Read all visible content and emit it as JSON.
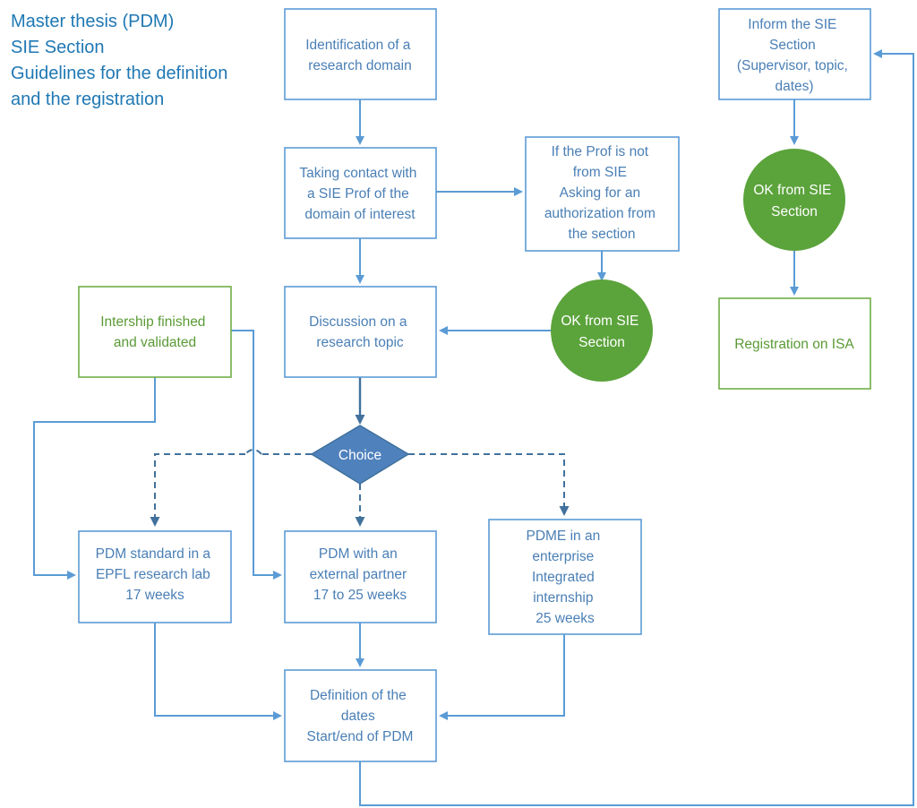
{
  "title": {
    "lines": [
      "Master thesis (PDM)",
      "SIE Section",
      "Guidelines for the definition",
      "and the registration"
    ]
  },
  "nodes": {
    "identification": {
      "lines": [
        "Identification of a",
        "research domain"
      ]
    },
    "contact": {
      "lines": [
        "Taking contact with",
        "a SIE Prof of the",
        "domain of interest"
      ]
    },
    "prof_not_sie": {
      "lines": [
        "If the Prof is not",
        "from SIE",
        "Asking for an",
        "authorization from",
        "the section"
      ]
    },
    "ok_section_1": {
      "lines": [
        "OK from SIE",
        "Section"
      ]
    },
    "discussion": {
      "lines": [
        "Discussion on a",
        "research topic"
      ]
    },
    "internship": {
      "lines": [
        "Intership finished",
        "and validated"
      ]
    },
    "choice": {
      "lines": [
        "Choice"
      ]
    },
    "pdm_standard": {
      "lines": [
        "PDM standard in a",
        "EPFL research lab",
        "17 weeks"
      ]
    },
    "pdm_external": {
      "lines": [
        "PDM with an",
        "external partner",
        "17 to 25 weeks"
      ]
    },
    "pdme": {
      "lines": [
        "PDME in an",
        "enterprise",
        "Integrated",
        "internship",
        "25 weeks"
      ]
    },
    "definition": {
      "lines": [
        "Definition of the",
        "dates",
        "Start/end of PDM"
      ]
    },
    "inform": {
      "lines": [
        "Inform the SIE",
        "Section",
        "(Supervisor, topic,",
        "dates)"
      ]
    },
    "ok_section_2": {
      "lines": [
        "OK from SIE",
        "Section"
      ]
    },
    "registration": {
      "lines": [
        "Registration on ISA"
      ]
    }
  },
  "colors": {
    "title": "#1f78b4",
    "box_border_blue": "#5b9bd5",
    "box_text_blue": "#4a7fb5",
    "box_border_green": "#70ad47",
    "box_text_green": "#5a9a35",
    "circle_fill": "#5ba33b",
    "diamond_fill": "#4f81bd",
    "arrow_dark": "#41719c"
  }
}
